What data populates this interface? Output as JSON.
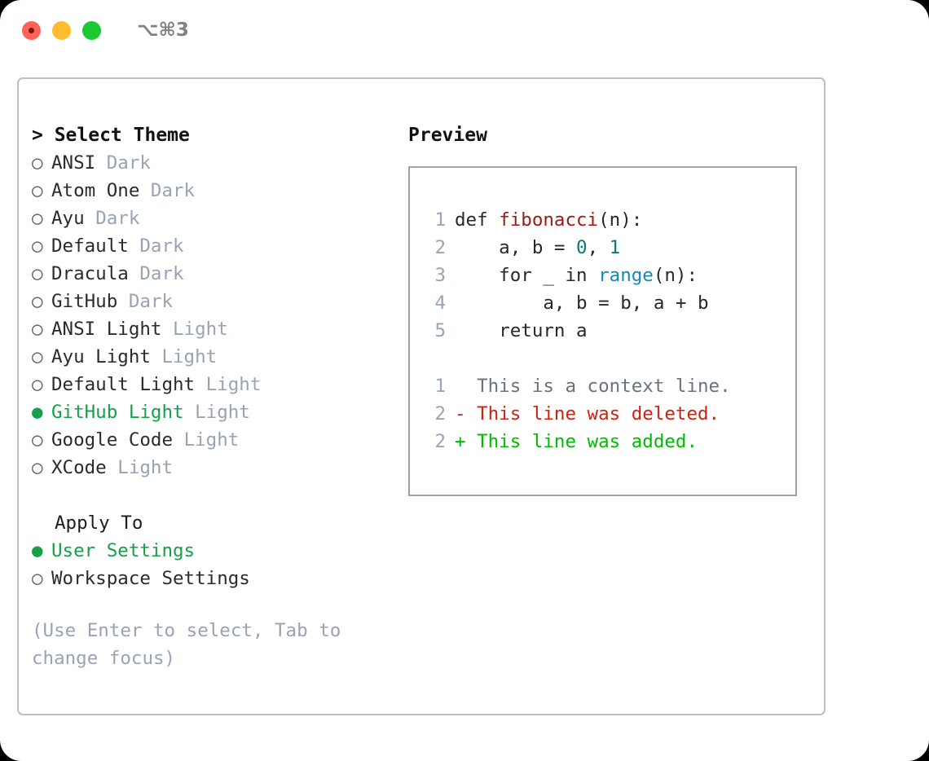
{
  "titlebar": {
    "shortcut": "⌥⌘3",
    "lights": [
      {
        "name": "close",
        "color": "#ff6259"
      },
      {
        "name": "minimize",
        "color": "#ffbd2e"
      },
      {
        "name": "maximize",
        "color": "#1dc932"
      }
    ]
  },
  "theme_pane": {
    "header": "> Select Theme",
    "bullet_unselected": "○",
    "bullet_selected": "●",
    "themes": [
      {
        "name": "ANSI",
        "variant": "Dark",
        "selected": false
      },
      {
        "name": "Atom One",
        "variant": "Dark",
        "selected": false
      },
      {
        "name": "Ayu",
        "variant": "Dark",
        "selected": false
      },
      {
        "name": "Default",
        "variant": "Dark",
        "selected": false
      },
      {
        "name": "Dracula",
        "variant": "Dark",
        "selected": false
      },
      {
        "name": "GitHub",
        "variant": "Dark",
        "selected": false
      },
      {
        "name": "ANSI Light",
        "variant": "Light",
        "selected": false
      },
      {
        "name": "Ayu Light",
        "variant": "Light",
        "selected": false
      },
      {
        "name": "Default Light",
        "variant": "Light",
        "selected": false
      },
      {
        "name": "GitHub Light",
        "variant": "Light",
        "selected": true
      },
      {
        "name": "Google Code",
        "variant": "Light",
        "selected": false
      },
      {
        "name": "XCode",
        "variant": "Light",
        "selected": false
      }
    ],
    "apply_to_header": "Apply To",
    "apply_to_options": [
      {
        "name": "User Settings",
        "selected": true
      },
      {
        "name": "Workspace Settings",
        "selected": false
      }
    ],
    "hint": "(Use Enter to select, Tab to change focus)"
  },
  "preview_pane": {
    "title": "Preview",
    "code_lines": [
      {
        "num": "1",
        "tokens": [
          {
            "t": "def ",
            "c": "plain"
          },
          {
            "t": "fibonacci",
            "c": "fn"
          },
          {
            "t": "(n):",
            "c": "plain"
          }
        ]
      },
      {
        "num": "2",
        "tokens": [
          {
            "t": "    a, b = ",
            "c": "plain"
          },
          {
            "t": "0",
            "c": "num"
          },
          {
            "t": ", ",
            "c": "plain"
          },
          {
            "t": "1",
            "c": "num"
          }
        ]
      },
      {
        "num": "3",
        "tokens": [
          {
            "t": "    for _ in ",
            "c": "plain"
          },
          {
            "t": "range",
            "c": "call"
          },
          {
            "t": "(n):",
            "c": "plain"
          }
        ]
      },
      {
        "num": "4",
        "tokens": [
          {
            "t": "        a, b = b, a + b",
            "c": "plain"
          }
        ]
      },
      {
        "num": "5",
        "tokens": [
          {
            "t": "    return a",
            "c": "plain"
          }
        ]
      }
    ],
    "diff_lines": [
      {
        "num": "1",
        "tokens": [
          {
            "t": "  This is a context line.",
            "c": "ctx"
          }
        ]
      },
      {
        "num": "2",
        "tokens": [
          {
            "t": "- This line was deleted.",
            "c": "del"
          }
        ]
      },
      {
        "num": "2",
        "tokens": [
          {
            "t": "+ This line was added.",
            "c": "add"
          }
        ]
      }
    ]
  },
  "colors": {
    "selection_green": "#15a04a",
    "diff_add_green": "#00bb00",
    "diff_del_red": "#cc2211",
    "function_red": "#9c1a14",
    "number_teal": "#0b7a76",
    "call_blue": "#1a85b8",
    "muted_grey": "#9aa3b2",
    "window_border": "#b9c0ca",
    "preview_border": "#98a2b3"
  }
}
